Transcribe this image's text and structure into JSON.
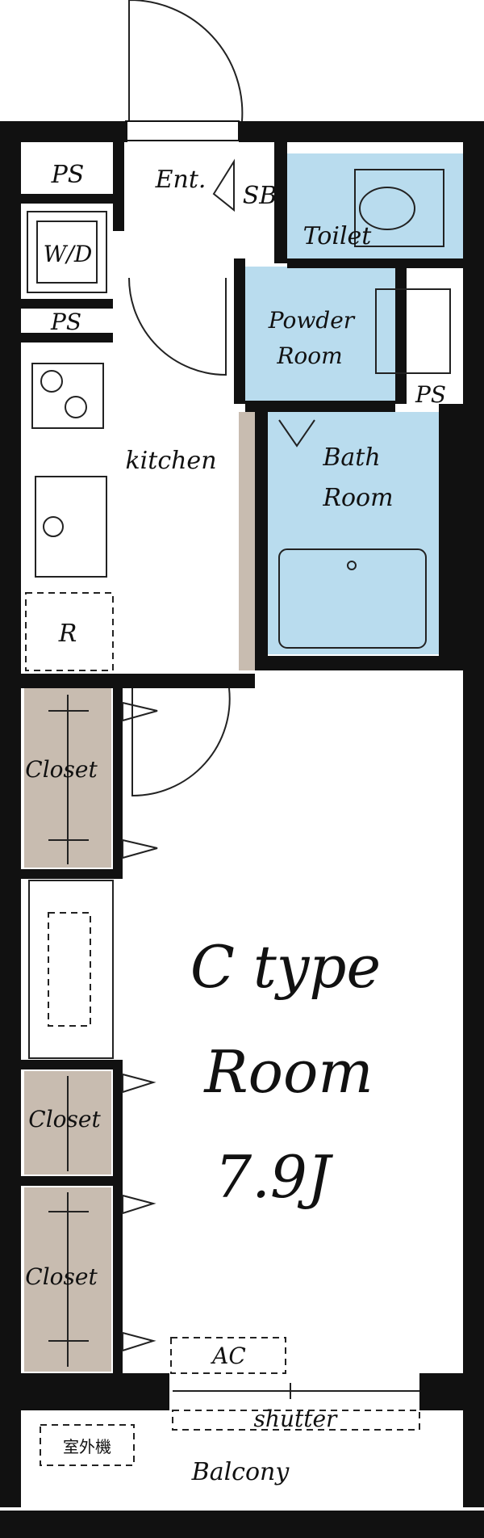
{
  "rooms": {
    "ps_top": "PS",
    "entrance": "Ent.",
    "sb": "SB",
    "toilet": "Toilet",
    "wd": "W/D",
    "ps_mid": "PS",
    "powder_room_1": "Powder",
    "powder_room_2": "Room",
    "ps_right": "PS",
    "kitchen": "kitchen",
    "bath_room_1": "Bath",
    "bath_room_2": "Room",
    "refrigerator": "R",
    "closet_1": "Closet",
    "closet_2": "Closet",
    "closet_3": "Closet",
    "main_1": "C type",
    "main_2": "Room",
    "main_3": "7.9J",
    "ac": "AC",
    "shutter": "shutter",
    "outdoor_unit": "室外機",
    "balcony": "Balcony"
  },
  "colors": {
    "wall": "#111111",
    "wet_area": "#b9dcee",
    "closet": "#c8bcb0"
  }
}
